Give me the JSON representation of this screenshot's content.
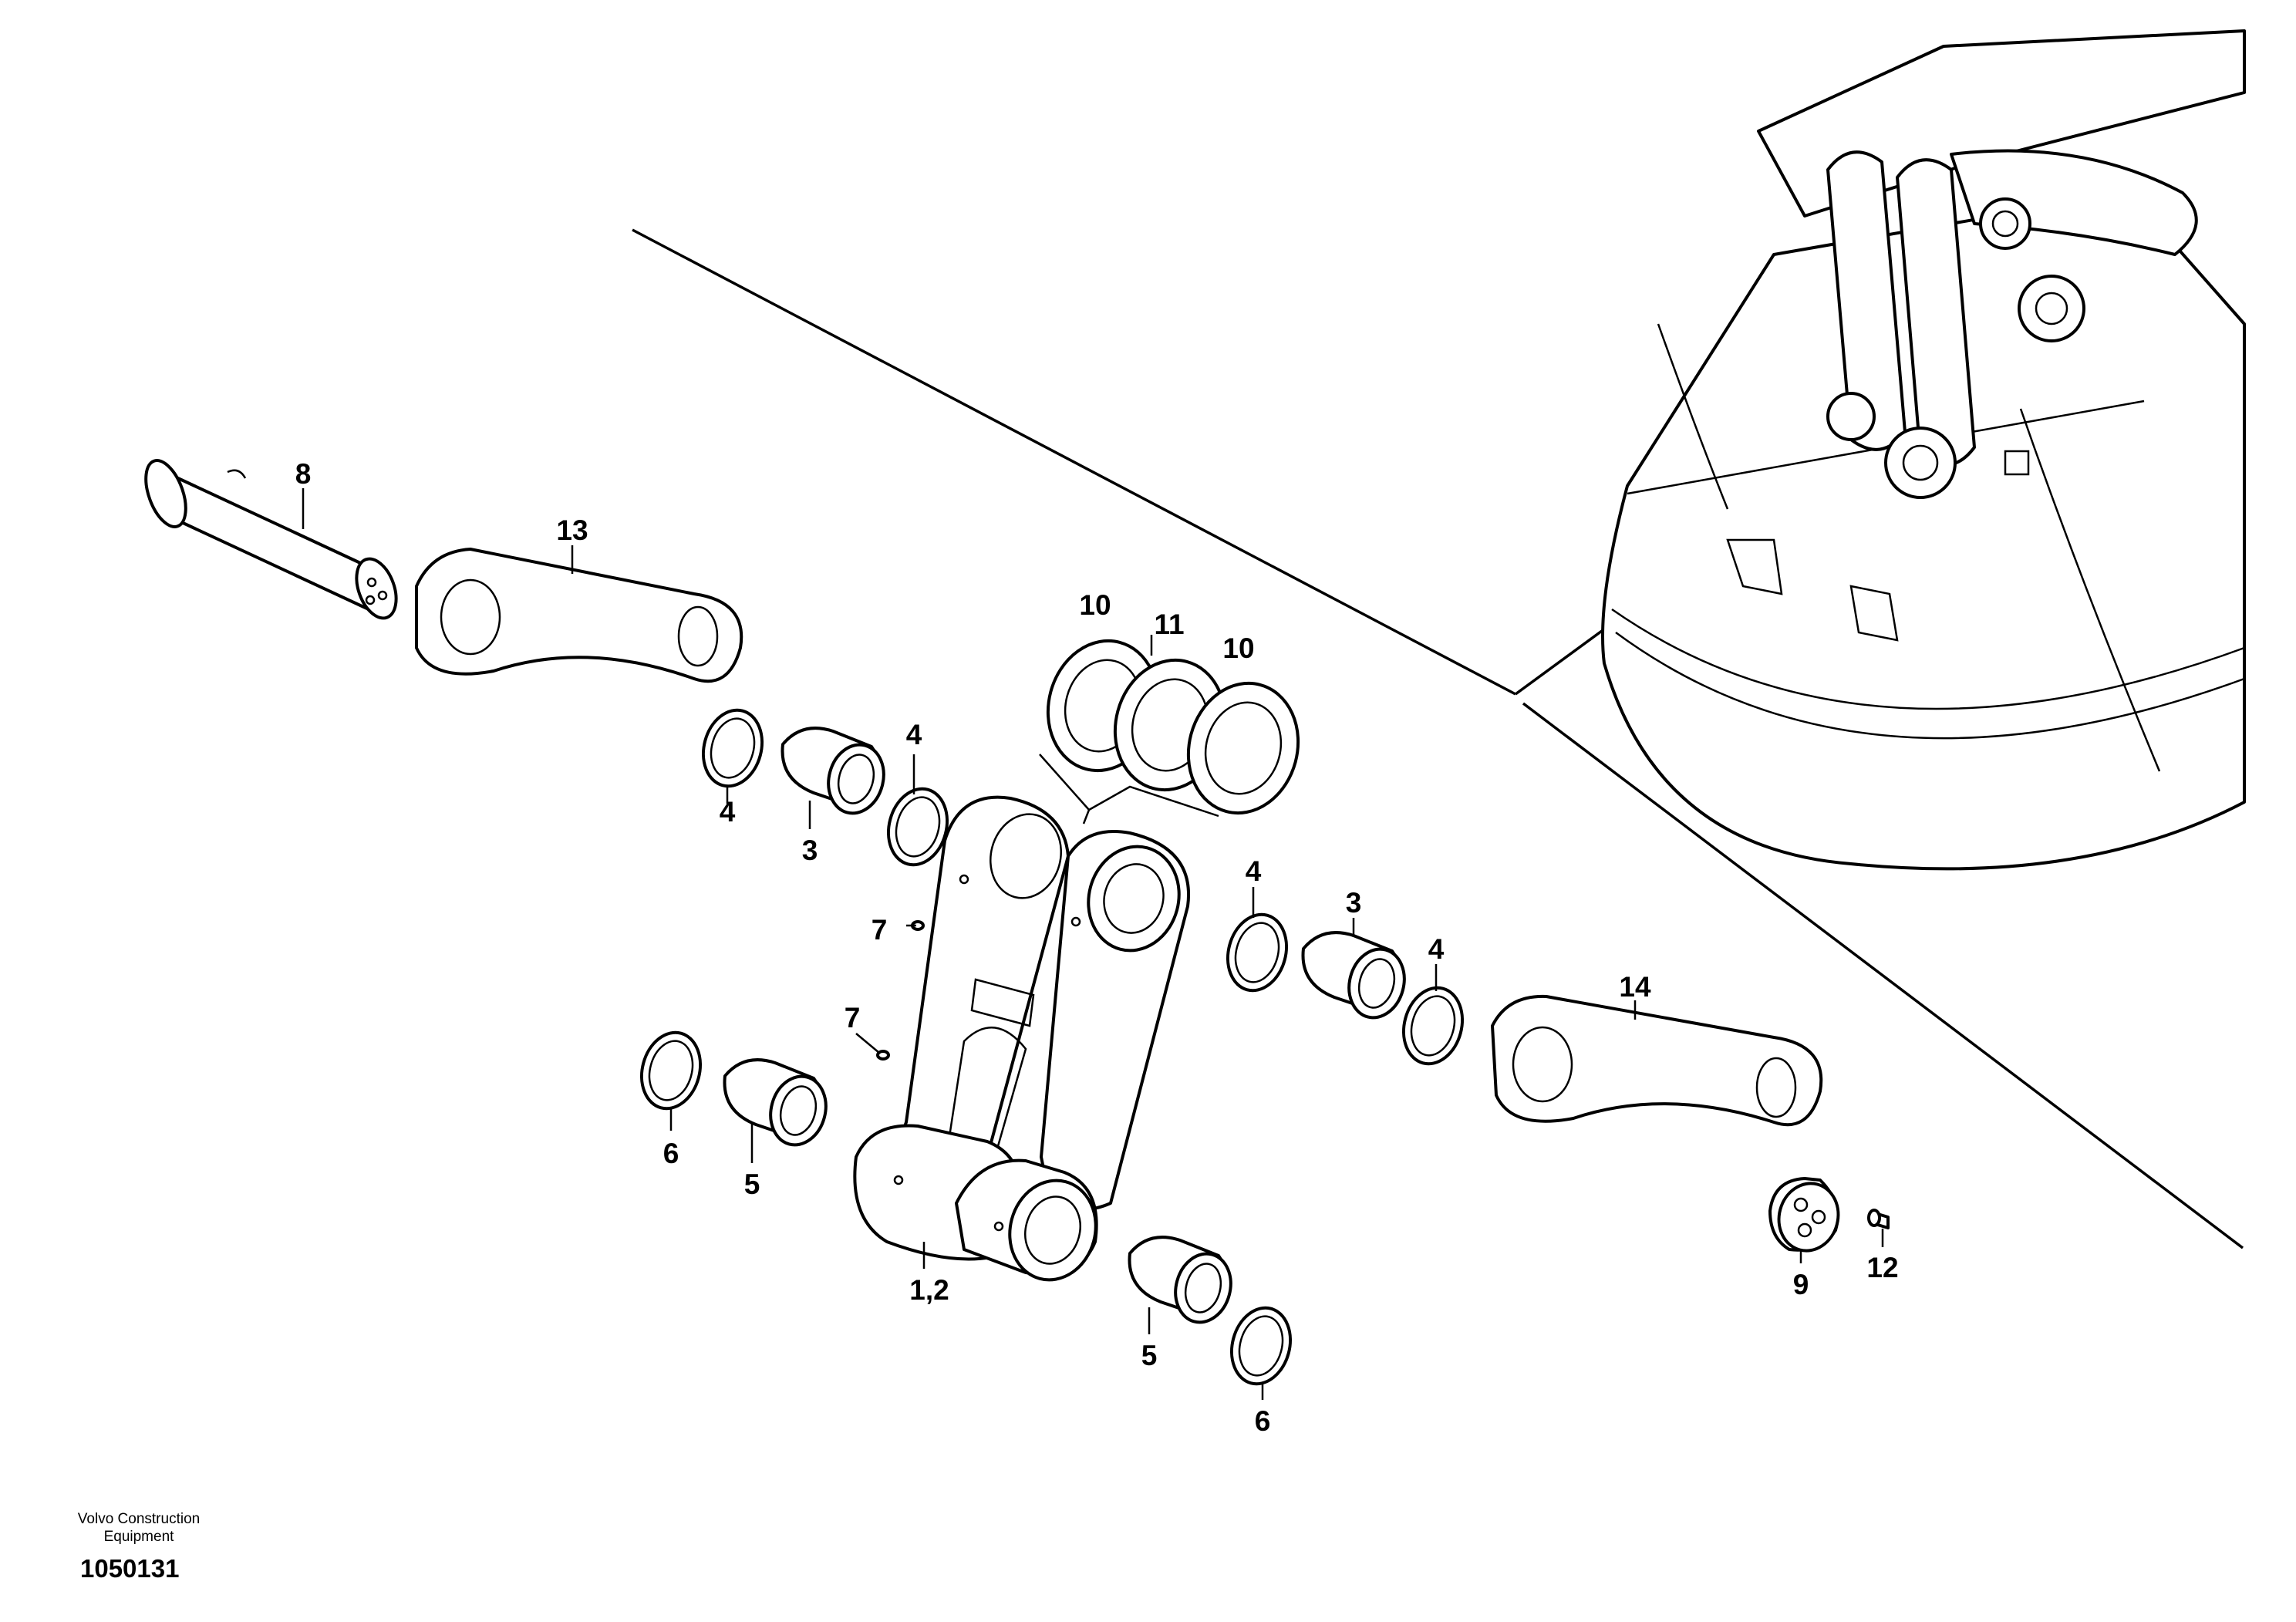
{
  "footer": {
    "company_line1": "Volvo Construction",
    "company_line2": "Equipment",
    "drawing_number": "1050131"
  },
  "callouts": {
    "pin_upper": "8",
    "link_left": "13",
    "link_right": "14",
    "shim_upper_left": "10",
    "shim_middle": "11",
    "shim_upper_right": "10",
    "seal_upper_left_outer": "4",
    "bushing_upper_left": "3",
    "seal_upper_left_inner": "4",
    "grease_nipple_upper": "7",
    "grease_nipple_lower": "7",
    "seal_lower_left": "6",
    "bushing_lower_left": "5",
    "link_assembly": "1,2",
    "seal_upper_right_outer": "4",
    "bushing_upper_right": "3",
    "seal_upper_right_inner": "4",
    "bushing_lower_right": "5",
    "seal_lower_right": "6",
    "end_plate": "9",
    "screw": "12"
  }
}
